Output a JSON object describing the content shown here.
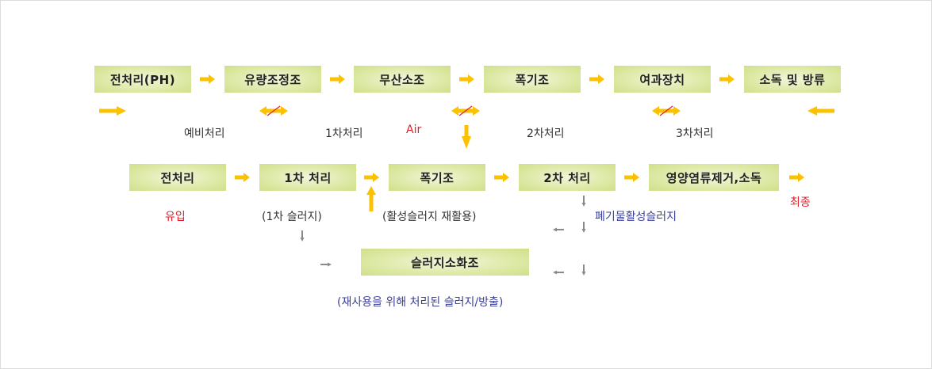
{
  "row1": {
    "boxes": [
      {
        "label": "전처리(PH)"
      },
      {
        "label": "유량조정조"
      },
      {
        "label": "무산소조"
      },
      {
        "label": "폭기조"
      },
      {
        "label": "여과장치"
      },
      {
        "label": "소독 및 방류"
      }
    ],
    "stage_labels": [
      "예비처리",
      "1차처리",
      "2차처리",
      "3차처리"
    ],
    "air_label": "Air"
  },
  "row2": {
    "boxes": [
      {
        "label": "전처리"
      },
      {
        "label": "1차 처리"
      },
      {
        "label": "폭기조"
      },
      {
        "label": "2차 처리"
      },
      {
        "label": "영양염류제거,소독"
      }
    ],
    "inflow_label": "유입",
    "primary_sludge_label": "(1차 슬러지)",
    "return_sludge_label": "(활성슬러지 재활용)",
    "waste_sludge_label": "폐기물활성슬러지",
    "final_label": "최종"
  },
  "row3": {
    "box": {
      "label": "슬러지소화조"
    },
    "note": "(재사용을 위해 처리된 슬러지/방출)"
  },
  "colors": {
    "arrow": "#fcc200",
    "slash": "#e0202c",
    "gray_arrow": "#8a8a8a",
    "red_text": "#e0202c",
    "blue_text": "#3a3f9a"
  }
}
